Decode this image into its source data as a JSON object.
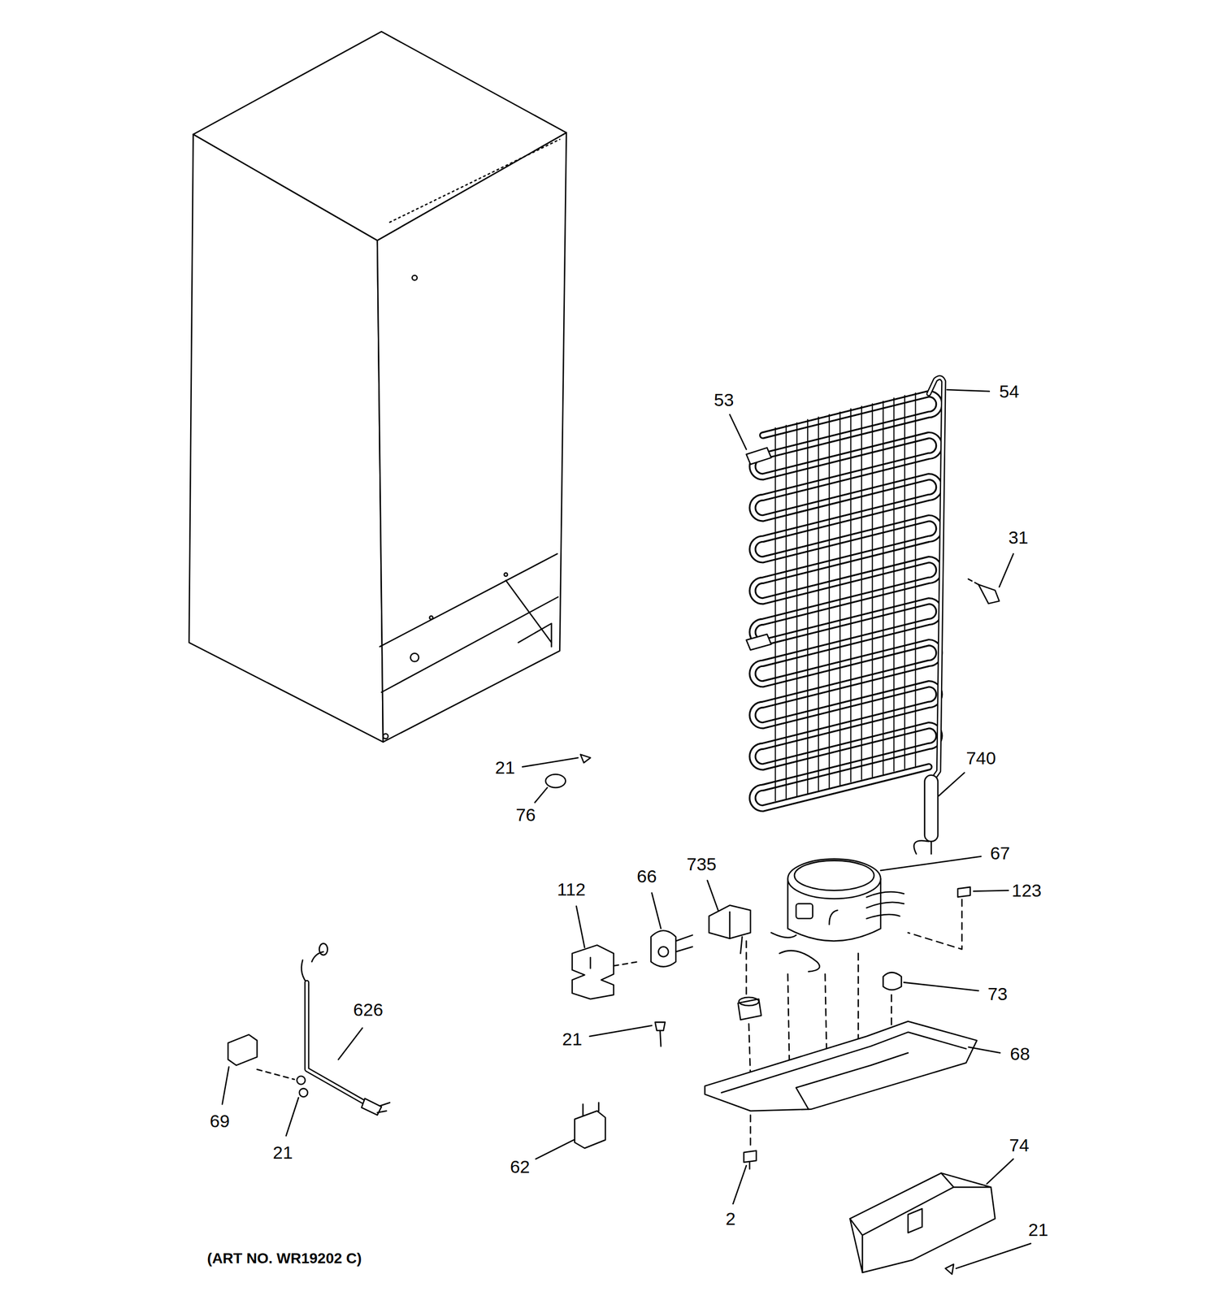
{
  "diagram": {
    "labels": [
      "54",
      "53",
      "31",
      "740",
      "21",
      "76",
      "67",
      "735",
      "66",
      "112",
      "123",
      "73",
      "626",
      "21",
      "68",
      "69",
      "21",
      "74",
      "62",
      "2",
      "21",
      "(ART NO. WR19202 C)"
    ]
  }
}
